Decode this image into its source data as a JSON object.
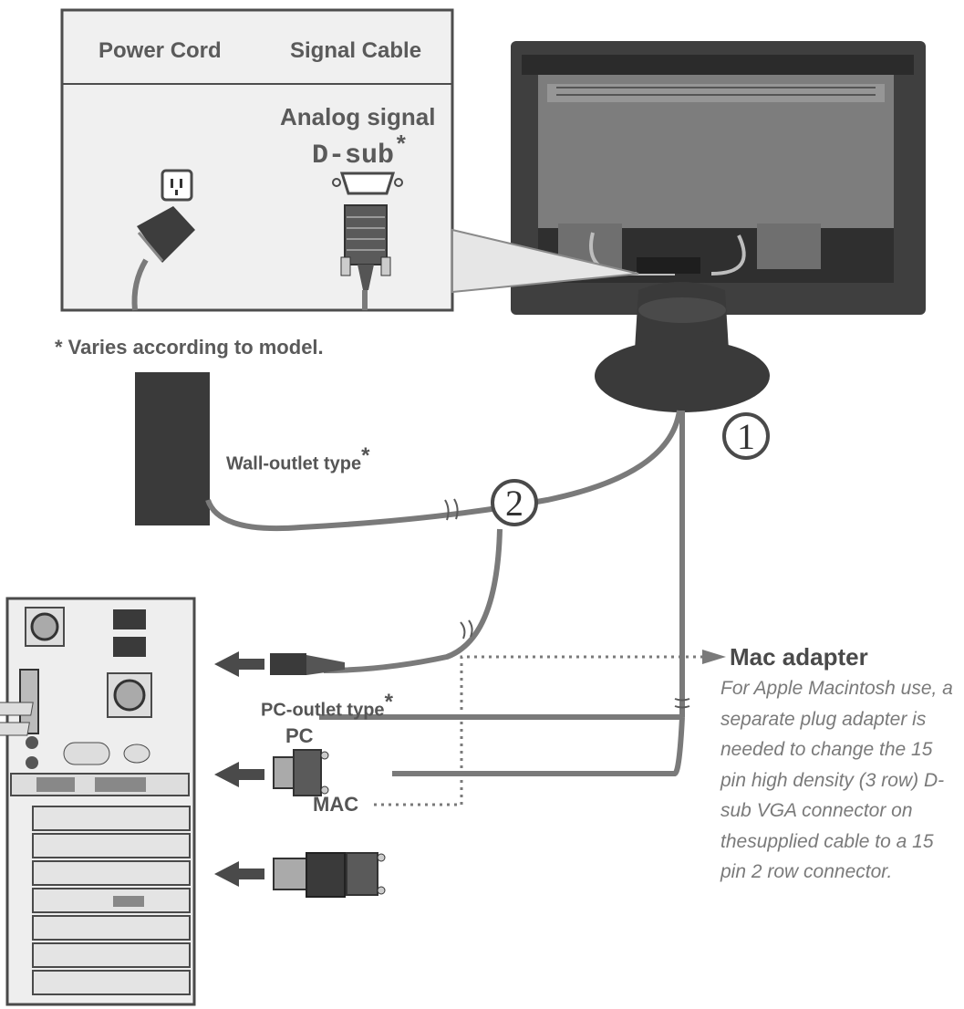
{
  "legend_box": {
    "col1_header": "Power Cord",
    "col2_header": "Signal Cable",
    "signal_line1": "Analog signal",
    "signal_line2": "D-sub",
    "asterisk": "*"
  },
  "footnote": "* Varies according to model.",
  "labels": {
    "wall_outlet": "Wall-outlet type",
    "pc_outlet": "PC-outlet type",
    "asterisk": "*",
    "pc": "PC",
    "mac": "MAC",
    "mac_adapter": "Mac adapter",
    "step1": "1",
    "step2": "2"
  },
  "mac_note": "For Apple Macintosh use, a separate plug adapter is needed to change the 15 pin high density (3 row) D-sub VGA connector on thesupplied cable to a 15 pin 2 row connector.",
  "colors": {
    "cable": "#7a7a7a",
    "box_bg": "#f0f0f0",
    "monitor_dark": "#3a3a3a",
    "pc_case": "#eeeeee"
  }
}
